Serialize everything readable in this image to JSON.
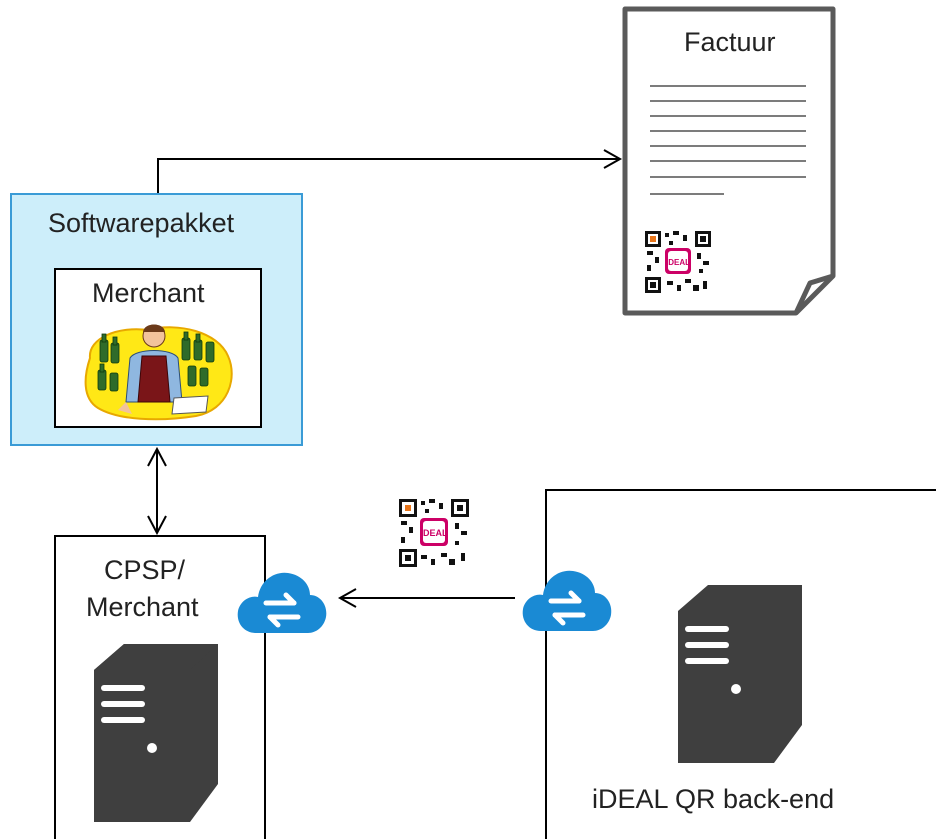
{
  "softwarepakket": {
    "title": "Softwarepakket"
  },
  "merchant": {
    "title": "Merchant"
  },
  "factuur": {
    "title": "Factuur"
  },
  "cpsp": {
    "title_line1": "CPSP/",
    "title_line2": "Merchant"
  },
  "ideal_backend": {
    "title": "iDEAL QR back-end"
  },
  "qr_badge": {
    "text": "iDEAL"
  },
  "colors": {
    "software_fill": "#cdeefa",
    "software_border": "#3a9bd6",
    "cloud": "#1a8ad4",
    "server": "#3f3f3f",
    "ideal_pink": "#cc0066"
  }
}
